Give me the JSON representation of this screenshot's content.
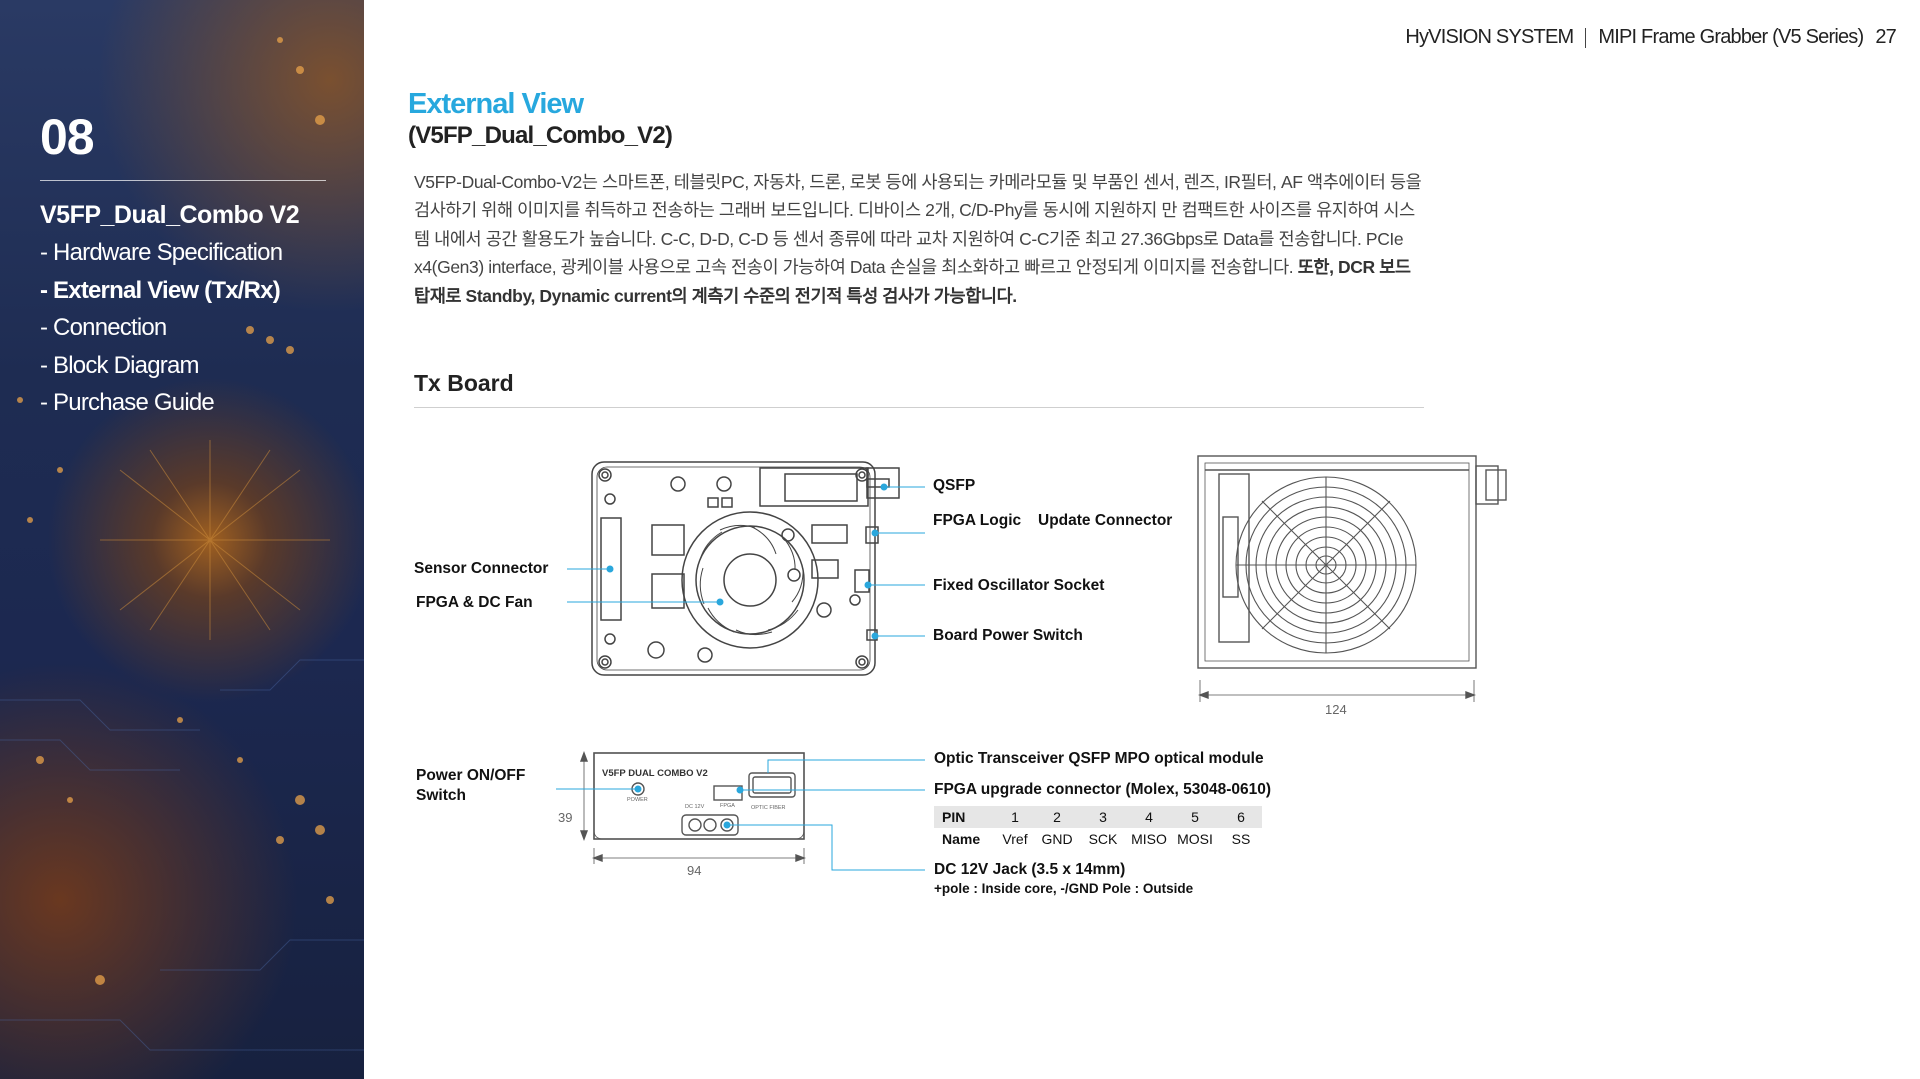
{
  "sidebar": {
    "chapter": "08",
    "title": "V5FP_Dual_Combo V2",
    "items": [
      {
        "label": "- Hardware Specification",
        "active": false
      },
      {
        "label": "- External View (Tx/Rx)",
        "active": true
      },
      {
        "label": "- Connection",
        "active": false
      },
      {
        "label": "- Block Diagram",
        "active": false
      },
      {
        "label": "- Purchase Guide",
        "active": false
      }
    ]
  },
  "header": {
    "company": "HyVISION SYSTEM",
    "product": "MIPI Frame Grabber (V5 Series)",
    "page": "27"
  },
  "heading": {
    "title": "External View",
    "subtitle": "(V5FP_Dual_Combo_V2)"
  },
  "description": {
    "normal": "V5FP-Dual-Combo-V2는 스마트폰, 테블릿PC, 자동차, 드론, 로봇 등에 사용되는 카메라모듈 및 부품인 센서, 렌즈, IR필터, AF 액추에이터 등을 검사하기 위해 이미지를 취득하고 전송하는 그래버 보드입니다. 디바이스 2개, C/D-Phy를 동시에 지원하지 만 컴팩트한 사이즈를 유지하여 시스템 내에서 공간 활용도가 높습니다. C-C, D-D, C-D 등 센서 종류에 따라 교차 지원하여 C-C기준 최고 27.36Gbps로 Data를 전송합니다. PCIe x4(Gen3) interface, 광케이블 사용으로 고속 전송이 가능하여 Data 손실을 최소화하고 빠르고 안정되게 이미지를 전송합니다. ",
    "bold": "또한, DCR 보드 탑재로 Standby, Dynamic current의 계측기 수준의 전기적 특성 검사가 가능합니다."
  },
  "section": "Tx Board",
  "labels": {
    "qsfp": "QSFP",
    "fpga_logic": "FPGA Logic",
    "update_connector": "Update Connector",
    "sensor_connector": "Sensor Connector",
    "fpga_dc_fan": "FPGA & DC Fan",
    "fixed_osc": "Fixed Oscillator Socket",
    "board_power": "Board Power Switch",
    "power_onoff_1": "Power ON/OFF",
    "power_onoff_2": "Switch",
    "optic": "Optic Transceiver QSFP MPO optical module",
    "fpga_upgrade": "FPGA upgrade connector (Molex, 53048-0610)",
    "dc_jack": "DC 12V Jack (3.5 x 14mm)",
    "pole": "+pole : Inside core,  -/GND Pole : Outside",
    "panel_title": "V5FP DUAL COMBO V2",
    "panel_power": "POWER",
    "panel_dc": "DC 12V",
    "panel_fpga": "FPGA",
    "panel_optic": "OPTIC FIBER"
  },
  "dimensions": {
    "top_width": "124",
    "front_height": "39",
    "front_width": "94"
  },
  "pin_table": {
    "header": [
      "PIN",
      "1",
      "2",
      "3",
      "4",
      "5",
      "6"
    ],
    "row": [
      "Name",
      "Vref",
      "GND",
      "SCK",
      "MISO",
      "MOSI",
      "SS"
    ]
  },
  "colors": {
    "accent": "#27a8de",
    "leader": "#2aa7dc",
    "sidebar_bg": "#1e2c52"
  }
}
